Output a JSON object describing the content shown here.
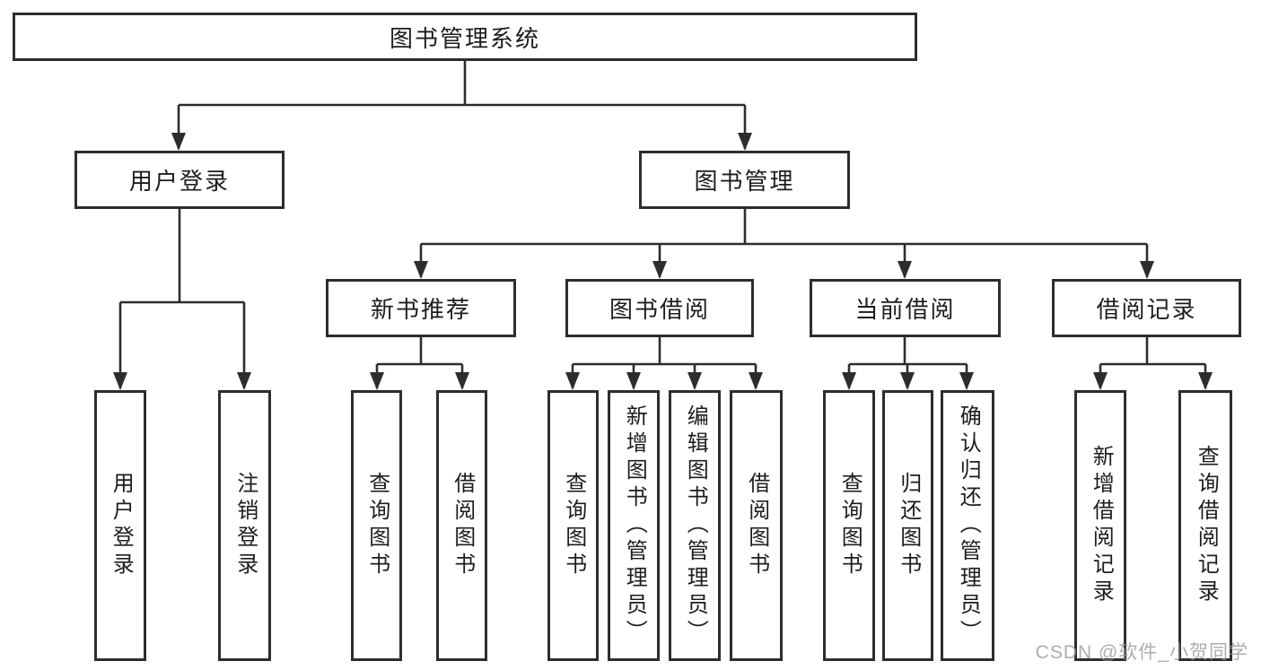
{
  "root": {
    "label": "图书管理系统"
  },
  "level2": [
    {
      "label": "用户登录"
    },
    {
      "label": "图书管理"
    }
  ],
  "level3": [
    {
      "label": "新书推荐"
    },
    {
      "label": "图书借阅"
    },
    {
      "label": "当前借阅"
    },
    {
      "label": "借阅记录"
    }
  ],
  "leaves": [
    "用户登录",
    "注销登录",
    "查询图书",
    "借阅图书",
    "查询图书",
    "新增图书（管理员）",
    "编辑图书（管理员）",
    "借阅图书",
    "查询图书",
    "归还图书",
    "确认归还（管理员）",
    "新增借阅记录",
    "查询借阅记录"
  ],
  "watermark": {
    "text": "CSDN @软件_小贺同学"
  },
  "colors": {
    "line": "#2d2d2d",
    "box_border": "#2d2d2d",
    "text": "#1d1d1d",
    "watermark": "#969696"
  }
}
